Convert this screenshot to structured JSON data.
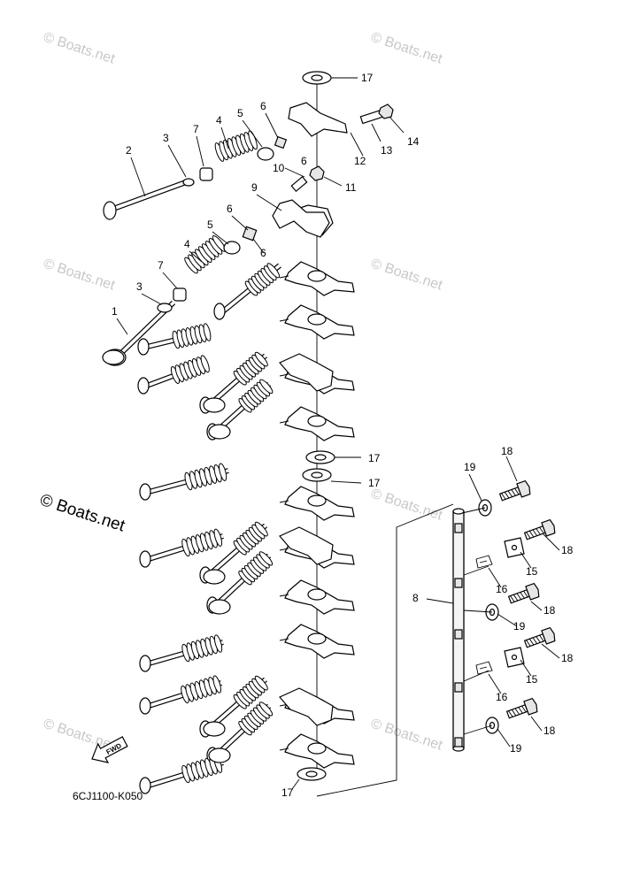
{
  "diagram": {
    "part_code": "6CJ1100-K050",
    "fwd_label": "FWD",
    "watermark_small": "© Boats.net",
    "watermark_large": "© Boats.net",
    "callouts": [
      {
        "id": "c2",
        "text": "2"
      },
      {
        "id": "c3a",
        "text": "3"
      },
      {
        "id": "c7a",
        "text": "7"
      },
      {
        "id": "c4a",
        "text": "4"
      },
      {
        "id": "c5a",
        "text": "5"
      },
      {
        "id": "c6a",
        "text": "6"
      },
      {
        "id": "c6b",
        "text": "6"
      },
      {
        "id": "c17a",
        "text": "17"
      },
      {
        "id": "c12",
        "text": "12"
      },
      {
        "id": "c13",
        "text": "13"
      },
      {
        "id": "c14",
        "text": "14"
      },
      {
        "id": "c10",
        "text": "10"
      },
      {
        "id": "c11",
        "text": "11"
      },
      {
        "id": "c9",
        "text": "9"
      },
      {
        "id": "c6c",
        "text": "6"
      },
      {
        "id": "c5b",
        "text": "5"
      },
      {
        "id": "c6d",
        "text": "6"
      },
      {
        "id": "c4b",
        "text": "4"
      },
      {
        "id": "c7b",
        "text": "7"
      },
      {
        "id": "c3b",
        "text": "3"
      },
      {
        "id": "c1",
        "text": "1"
      },
      {
        "id": "c17b",
        "text": "17"
      },
      {
        "id": "c17c",
        "text": "17"
      },
      {
        "id": "c18a",
        "text": "18"
      },
      {
        "id": "c19a",
        "text": "19"
      },
      {
        "id": "c18b",
        "text": "18"
      },
      {
        "id": "c15a",
        "text": "15"
      },
      {
        "id": "c16a",
        "text": "16"
      },
      {
        "id": "c8",
        "text": "8"
      },
      {
        "id": "c18c",
        "text": "18"
      },
      {
        "id": "c19b",
        "text": "19"
      },
      {
        "id": "c18d",
        "text": "18"
      },
      {
        "id": "c15b",
        "text": "15"
      },
      {
        "id": "c16b",
        "text": "16"
      },
      {
        "id": "c18e",
        "text": "18"
      },
      {
        "id": "c19c",
        "text": "19"
      },
      {
        "id": "c17d",
        "text": "17"
      }
    ]
  }
}
